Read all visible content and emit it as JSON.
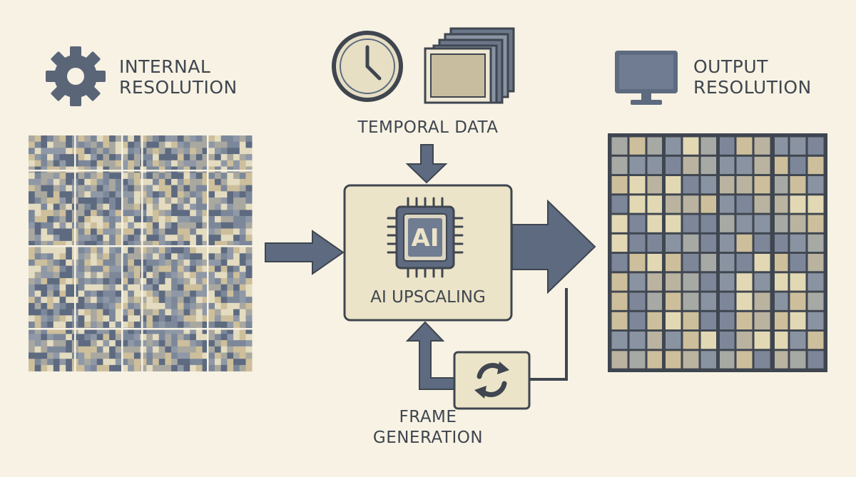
{
  "internal": {
    "line1": "INTERNAL",
    "line2": "RESOLUTION"
  },
  "output": {
    "line1": "OUTPUT",
    "line2": "RESOLUTION"
  },
  "temporal": {
    "label": "TEMPORAL DATA"
  },
  "upscaling": {
    "chip_text": "AI",
    "label": "AI UPSCALING"
  },
  "frame_gen": {
    "line1": "FRAME",
    "line2": "GENERATION"
  },
  "icons": {
    "internal": "gear-icon",
    "output": "monitor-icon",
    "temporal_clock": "clock-icon",
    "temporal_frames": "frame-stack-icon",
    "ai": "chip-icon",
    "frame_gen": "refresh-icon"
  },
  "colors": {
    "background": "#f7f2e3",
    "slate": "#5d6a80",
    "dark": "#3f4650",
    "beige": "#e8e0c2",
    "tan": "#cdbf9b",
    "gray": "#a9a8a0"
  }
}
